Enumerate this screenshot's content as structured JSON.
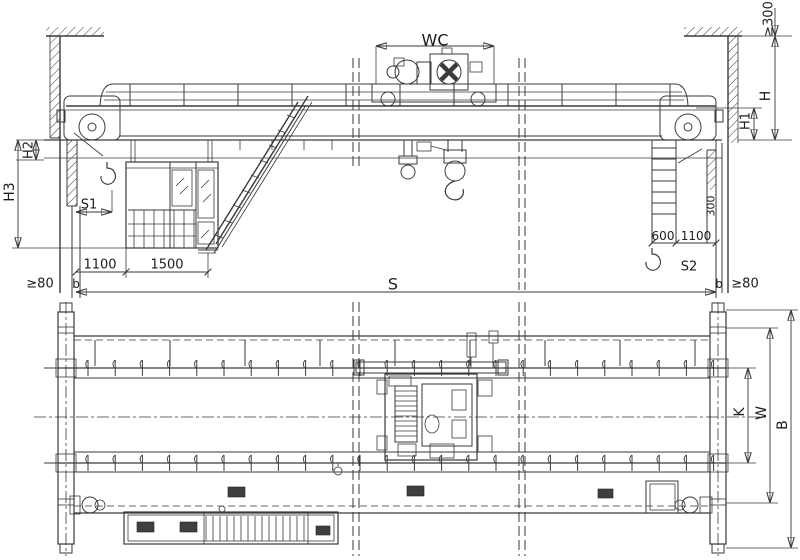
{
  "drawing": {
    "elevation": {
      "trolley_gauge": "WC",
      "top_clearance": "≥300",
      "rail_to_ceiling": "H",
      "girder_height": "H1",
      "runway_beam_height": "H2",
      "cab_drop": "H3",
      "hook_approach_left": "S1",
      "hook_approach_right": "S2",
      "span": "S",
      "rail_width_left": "b",
      "rail_width_right": "b",
      "side_clearance_left": "≥80",
      "side_clearance_right": "≥80",
      "cab_offset": "1100",
      "cab_width": "1500",
      "ladder_width": "600",
      "ladder_to_wall": "1100",
      "column_width": "300"
    },
    "plan": {
      "rail_gauge": "K",
      "wheel_base": "W",
      "end_carriage_length": "B"
    }
  }
}
